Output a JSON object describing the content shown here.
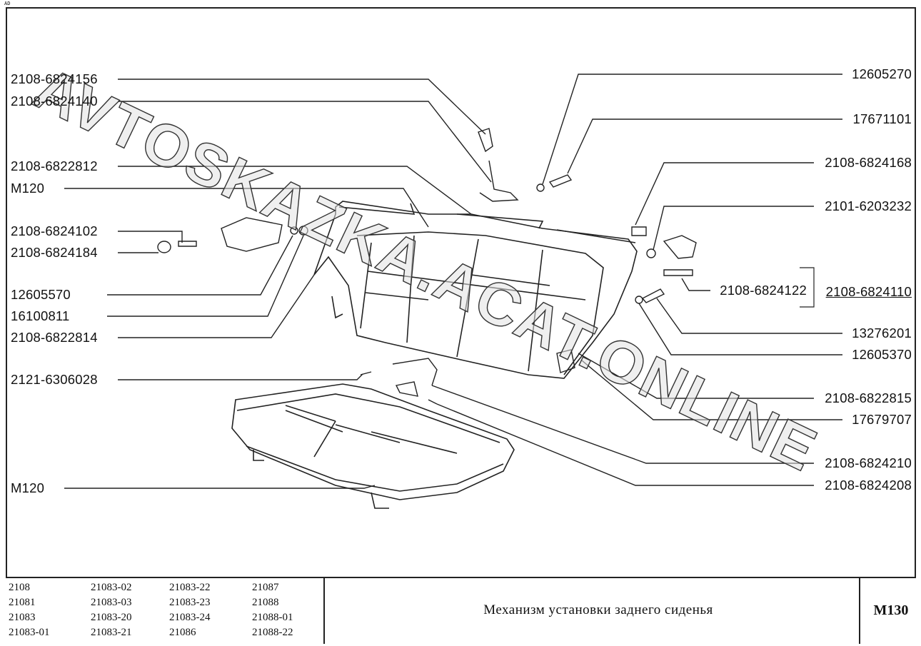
{
  "watermark": "AVTOSKAZKA.ACAT.ONLINE",
  "corner_mark": "AD",
  "labels_left": [
    "2108-6824156",
    "2108-6824140",
    "2108-6822812",
    "M120",
    "2108-6824102",
    "2108-6824184",
    "12605570",
    "16100811",
    "2108-6822814",
    "2121-6306028",
    "M120"
  ],
  "labels_right": [
    "12605270",
    "17671101",
    "2108-6824168",
    "2101-6203232",
    "2108-6824122",
    "2108-6824110",
    "13276201",
    "12605370",
    "2108-6822815",
    "17679707",
    "2108-6824210",
    "2108-6824208"
  ],
  "footer": {
    "models": [
      "2108",
      "21083-02",
      "21083-22",
      "21087",
      "21081",
      "21083-03",
      "21083-23",
      "21088",
      "21083",
      "21083-20",
      "21083-24",
      "21088-01",
      "21083-01",
      "21083-21",
      "21086",
      "21088-22"
    ],
    "title": "Механизм установки заднего сиденья",
    "code": "M130"
  }
}
